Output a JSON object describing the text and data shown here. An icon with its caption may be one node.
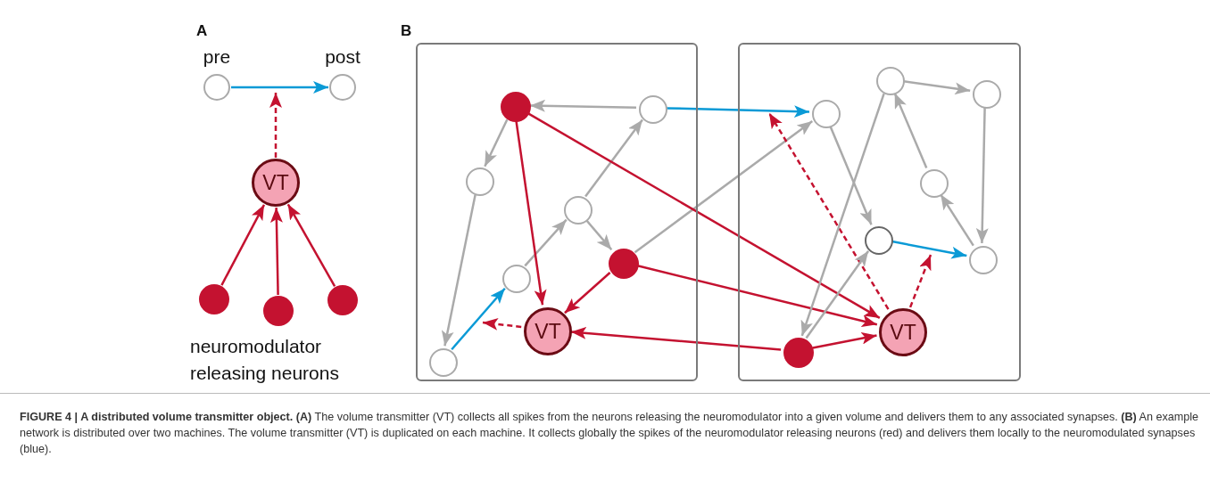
{
  "diagram": {
    "caption": "**FIGURE 4 | A distributed volume transmitter object. (A)** The volume transmitter (VT) collects all spikes from the neurons releasing the neuromodulator into a given volume and delivers them to any associated synapses. **(B)** An example network is distributed over two machines. The volume transmitter (VT) is duplicated on each machine. It collects globally the spikes of the neuromodulator releasing neurons (red) and delivers them locally to the neuromodulated synapses (blue).",
    "nodes": [
      {
        "text": [
          "pre"
        ]
      },
      {
        "text": [
          "post"
        ]
      },
      {
        "text": [
          "VT"
        ]
      },
      {
        "text": [],
        "shape": "circle"
      },
      {
        "text": [],
        "shape": "circle"
      },
      {
        "text": [],
        "shape": "circle"
      },
      {
        "text": [],
        "shape": "box"
      },
      {
        "text": [],
        "shape": "circle",
        "in": 6
      },
      {
        "text": [],
        "shape": "circle",
        "in": 6
      },
      {
        "text": [],
        "shape": "circle",
        "in": 6
      },
      {
        "text": [],
        "shape": "circle",
        "in": 6
      },
      {
        "text": [],
        "shape": "circle",
        "in": 6
      },
      {
        "text": [],
        "shape": "circle",
        "in": 6
      },
      {
        "text": [
          "VT"
        ],
        "in": 6
      },
      {
        "text": [],
        "shape": "circle",
        "in": 6
      },
      {
        "text": [],
        "shape": "box"
      },
      {
        "text": [],
        "shape": "circle",
        "in": 15
      },
      {
        "text": [],
        "shape": "circle",
        "in": 15
      },
      {
        "text": [],
        "shape": "circle",
        "in": 15
      },
      {
        "text": [],
        "shape": "circle",
        "in": 15
      },
      {
        "text": [],
        "shape": "circle",
        "in": 15
      },
      {
        "text": [],
        "shape": "circle",
        "in": 15
      },
      {
        "text": [
          "VT"
        ],
        "in": 15
      },
      {
        "text": [],
        "shape": "circle",
        "in": 15
      }
    ],
    "edges": [
      {
        "from": 0,
        "to": 1,
        "arrow": "to",
        "color": "#0a9ad6"
      },
      {
        "from": 2,
        "to": null,
        "arrow": "to",
        "style": "dashed",
        "color": "#c41230"
      },
      {
        "from": 3,
        "to": 2,
        "arrow": "to",
        "color": "#c41230"
      },
      {
        "from": 4,
        "to": 2,
        "arrow": "to",
        "color": "#c41230"
      },
      {
        "from": 5,
        "to": 2,
        "arrow": "to",
        "color": "#c41230"
      },
      {
        "from": 8,
        "to": 7,
        "arrow": "to"
      },
      {
        "from": 7,
        "to": 9,
        "arrow": "to"
      },
      {
        "from": 9,
        "to": 14,
        "arrow": "to"
      },
      {
        "from": 14,
        "to": 12,
        "arrow": "to",
        "color": "#0a9ad6"
      },
      {
        "from": 12,
        "to": 10,
        "arrow": "to"
      },
      {
        "from": 10,
        "to": 8,
        "arrow": "to"
      },
      {
        "from": 10,
        "to": 11,
        "arrow": "to"
      },
      {
        "from": 11,
        "to": 18,
        "arrow": "to"
      },
      {
        "from": 7,
        "to": 13,
        "arrow": "to",
        "color": "#c41230"
      },
      {
        "from": 11,
        "to": 13,
        "arrow": "to",
        "color": "#c41230"
      },
      {
        "from": 7,
        "to": 22,
        "arrow": "to",
        "color": "#c41230"
      },
      {
        "from": 11,
        "to": 22,
        "arrow": "to",
        "color": "#c41230"
      },
      {
        "from": 23,
        "to": 13,
        "arrow": "to",
        "color": "#c41230"
      },
      {
        "from": 23,
        "to": 22,
        "arrow": "to",
        "color": "#c41230"
      },
      {
        "from": 13,
        "to": null,
        "arrow": "to",
        "style": "dashed",
        "color": "#c41230"
      },
      {
        "from": 8,
        "to": 18,
        "arrow": "to",
        "color": "#0a9ad6"
      },
      {
        "from": 22,
        "to": null,
        "arrow": "to",
        "style": "dashed",
        "color": "#c41230"
      },
      {
        "from": 22,
        "to": null,
        "arrow": "to",
        "style": "dashed",
        "color": "#c41230"
      },
      {
        "from": 18,
        "to": 20,
        "arrow": "to"
      },
      {
        "from": 16,
        "to": 23,
        "arrow": "to"
      },
      {
        "from": 23,
        "to": 20,
        "arrow": "to"
      },
      {
        "from": 16,
        "to": 17,
        "arrow": "to"
      },
      {
        "from": 17,
        "to": 21,
        "arrow": "to"
      },
      {
        "from": 21,
        "to": 19,
        "arrow": "to"
      },
      {
        "from": 19,
        "to": 16,
        "arrow": "to"
      },
      {
        "from": 20,
        "to": 21,
        "arrow": "to",
        "color": "#0a9ad6"
      }
    ],
    "labels": [
      "A",
      "B",
      "neuromodulator releasing neurons"
    ]
  }
}
